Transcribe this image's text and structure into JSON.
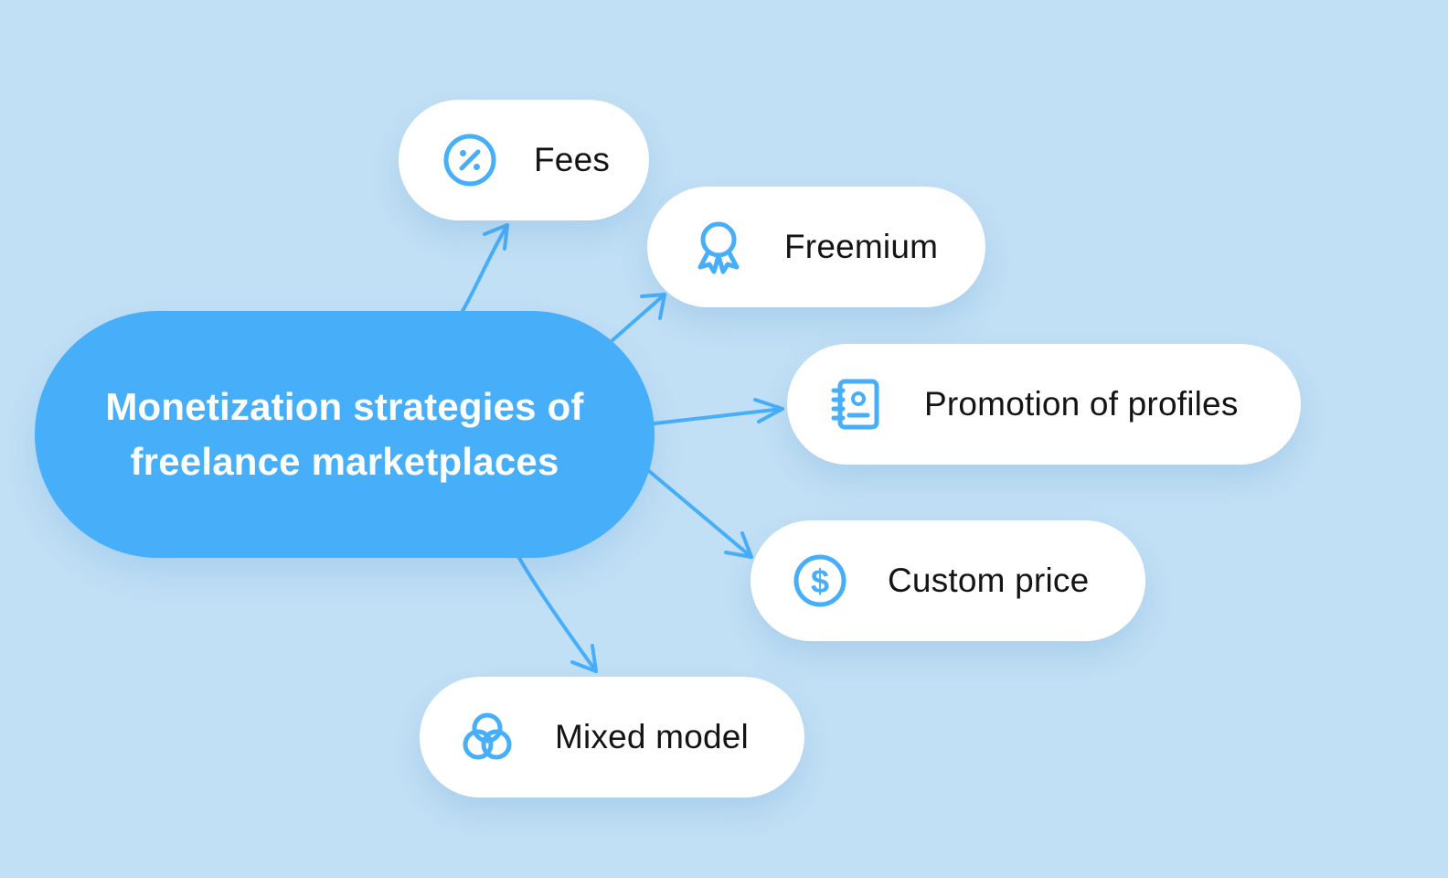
{
  "colors": {
    "background": "#c2e0f5",
    "center_fill": "#47aefa",
    "node_fill": "#ffffff",
    "accent": "#47aefa",
    "arrow": "#47aefa",
    "text_dark": "#141414",
    "text_light": "#ffffff"
  },
  "center": {
    "title": "Monetization strategies of freelance marketplaces"
  },
  "strategies": [
    {
      "label": "Fees",
      "icon": "percent-icon"
    },
    {
      "label": "Freemium",
      "icon": "award-ribbon-icon"
    },
    {
      "label": "Promotion of profiles",
      "icon": "profile-book-icon"
    },
    {
      "label": "Custom price",
      "icon": "dollar-icon"
    },
    {
      "label": "Mixed model",
      "icon": "venn-circles-icon"
    }
  ]
}
